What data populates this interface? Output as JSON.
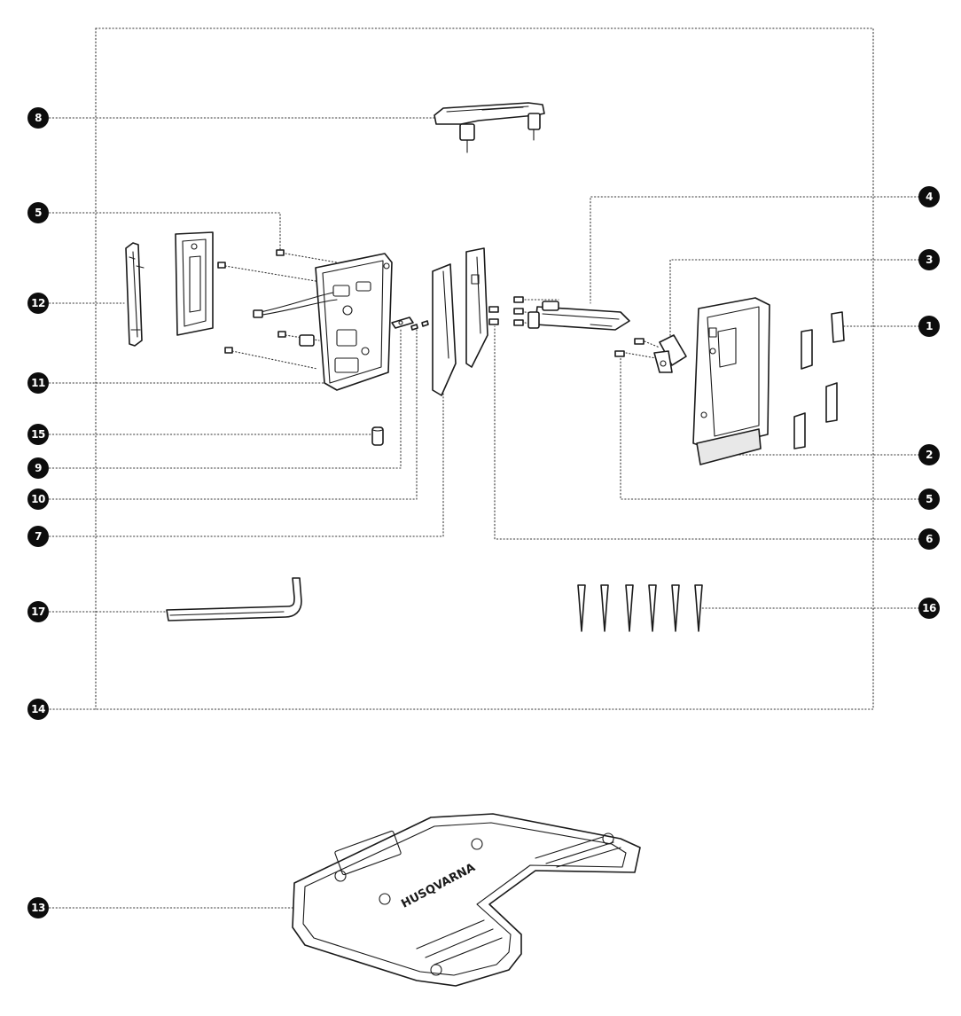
{
  "callouts": {
    "c1": "1",
    "c2": "2",
    "c3": "3",
    "c4": "4",
    "c5a": "5",
    "c5b": "5",
    "c6": "6",
    "c7": "7",
    "c8": "8",
    "c9": "9",
    "c10": "10",
    "c11": "11",
    "c12": "12",
    "c13": "13",
    "c14": "14",
    "c15": "15",
    "c16": "16",
    "c17": "17"
  },
  "brand_mark": "HUSQVARNA"
}
